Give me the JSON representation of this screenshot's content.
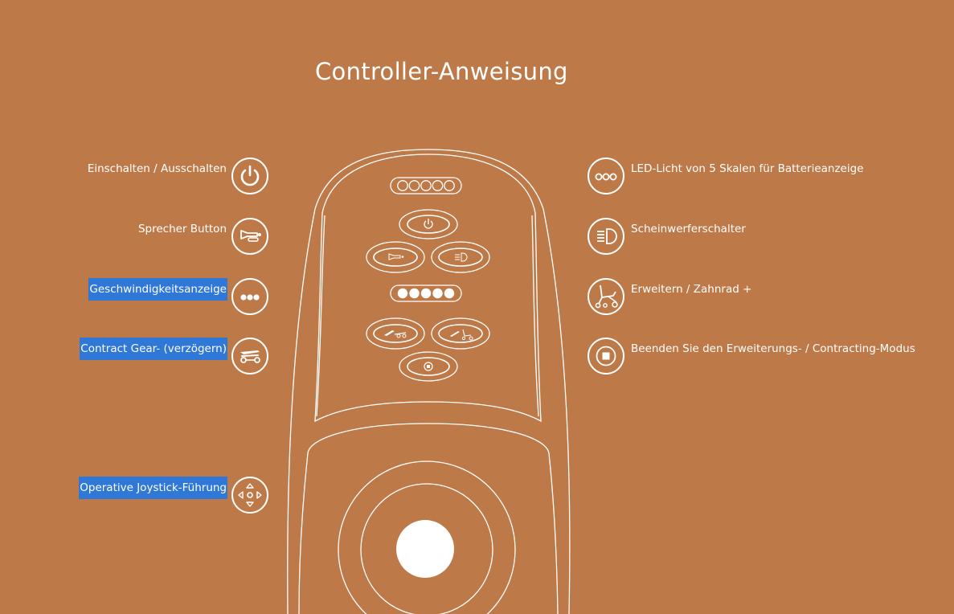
{
  "page": {
    "title": "Controller-Anweisung"
  },
  "left_items": [
    {
      "label": "Einschalten / Ausschalten",
      "icon": "power-icon",
      "highlighted": false
    },
    {
      "label": "Sprecher Button",
      "icon": "horn-icon",
      "highlighted": false
    },
    {
      "label": "Geschwindigkeitsanzeige",
      "icon": "three-dots-icon",
      "highlighted": true
    },
    {
      "label": "Contract Gear- (verzögern)",
      "icon": "contract-gear-icon",
      "highlighted": true
    },
    {
      "label": "Operative Joystick-Führung",
      "icon": "joystick-direction-icon",
      "highlighted": true
    }
  ],
  "right_items": [
    {
      "label": "LED-Licht von 5 Skalen für Batterieanzeige",
      "icon": "battery-led-icon",
      "highlighted": false
    },
    {
      "label": "Scheinwerferschalter",
      "icon": "headlight-icon",
      "highlighted": false
    },
    {
      "label": "Erweitern / Zahnrad +",
      "icon": "expand-gear-icon",
      "highlighted": false
    },
    {
      "label": "Beenden Sie den Erweiterungs- / Contracting-Modus",
      "icon": "stop-mode-icon",
      "highlighted": false
    }
  ],
  "colors": {
    "background": "#BE7948",
    "line": "#FFFFFF",
    "highlight": "#2F78D8"
  }
}
